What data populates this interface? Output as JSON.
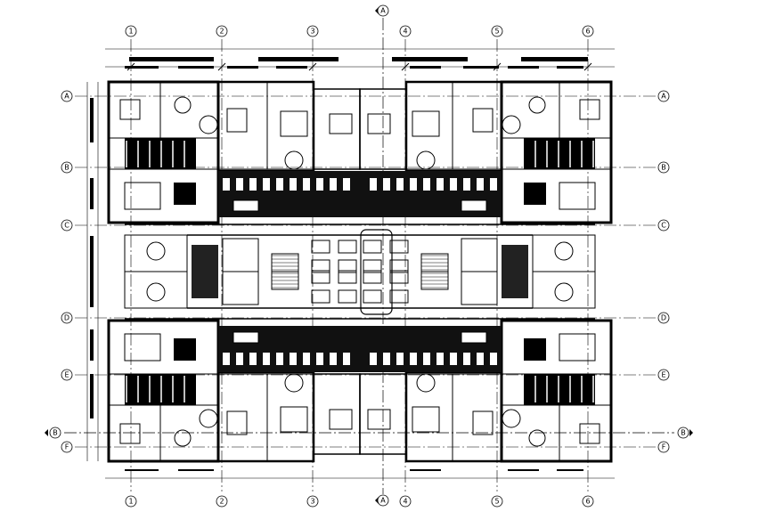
{
  "drawing": {
    "type": "architectural-floor-plan",
    "grid_columns": [
      "1",
      "2",
      "3",
      "4",
      "5",
      "6"
    ],
    "grid_rows": [
      "A",
      "B",
      "C",
      "D",
      "E",
      "F"
    ],
    "section_marker_vertical": "A",
    "section_marker_horizontal": "B",
    "line_color": "#000000",
    "background": "#ffffff"
  }
}
